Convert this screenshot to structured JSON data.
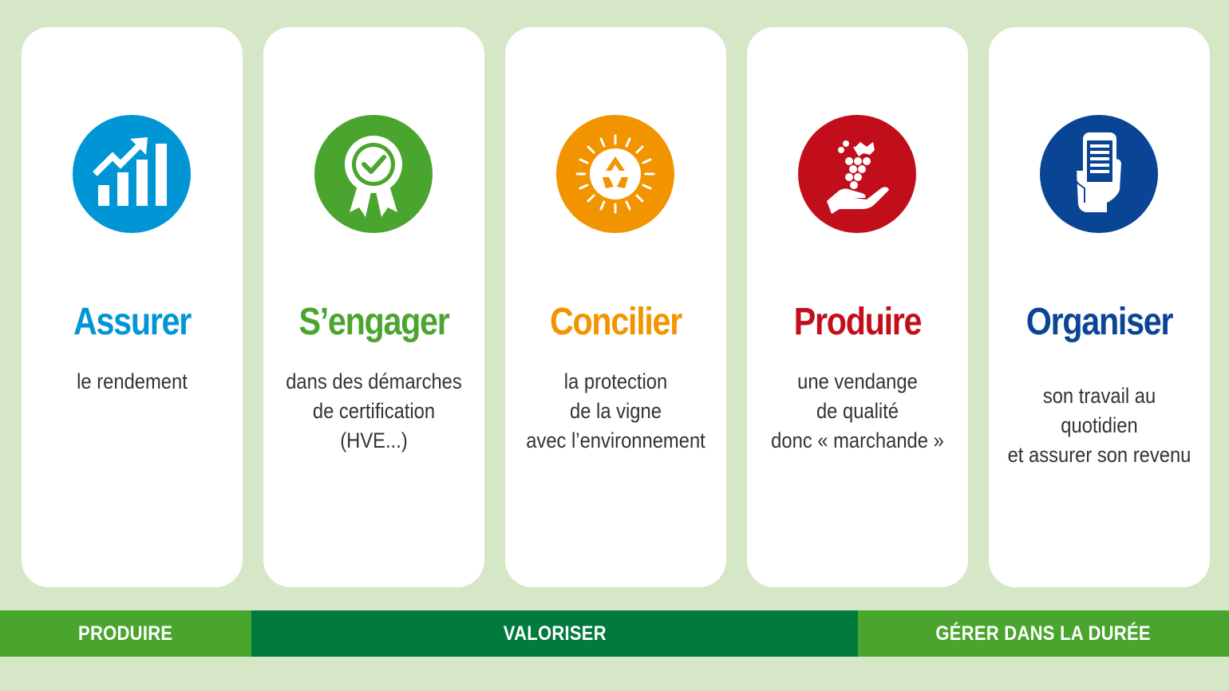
{
  "colors": {
    "background": "#d6e7c8",
    "card": "#ffffff",
    "blue": "#0096d6",
    "green": "#4aa52e",
    "orange": "#f29400",
    "red": "#c20e1a",
    "navy": "#0a4595",
    "band_light": "#4aa52e",
    "band_dark": "#007a3d"
  },
  "cards": [
    {
      "title": "Assurer",
      "description": "le rendement",
      "icon": "growth-chart-icon",
      "color": "#0096d6"
    },
    {
      "title": "S’engager",
      "description": "dans des démarches\nde certification (HVE...)",
      "icon": "award-rosette-check-icon",
      "color": "#4aa52e"
    },
    {
      "title": "Concilier",
      "description": "la protection\nde la vigne\navec l’environnement",
      "icon": "recycle-sun-icon",
      "color": "#f29400"
    },
    {
      "title": "Produire",
      "description": "une vendange\nde qualité\ndonc « marchande »",
      "icon": "hand-grapes-icon",
      "color": "#c20e1a"
    },
    {
      "title": "Organiser",
      "description": "son travail au quotidien\net assurer son revenu",
      "icon": "hand-smartphone-icon",
      "color": "#0a4595"
    }
  ],
  "bands": [
    {
      "label": "PRODUIRE",
      "color": "#4aa52e"
    },
    {
      "label": "VALORISER",
      "color": "#007a3d"
    },
    {
      "label": "GÉRER DANS LA DURÉE",
      "color": "#4aa52e"
    }
  ]
}
